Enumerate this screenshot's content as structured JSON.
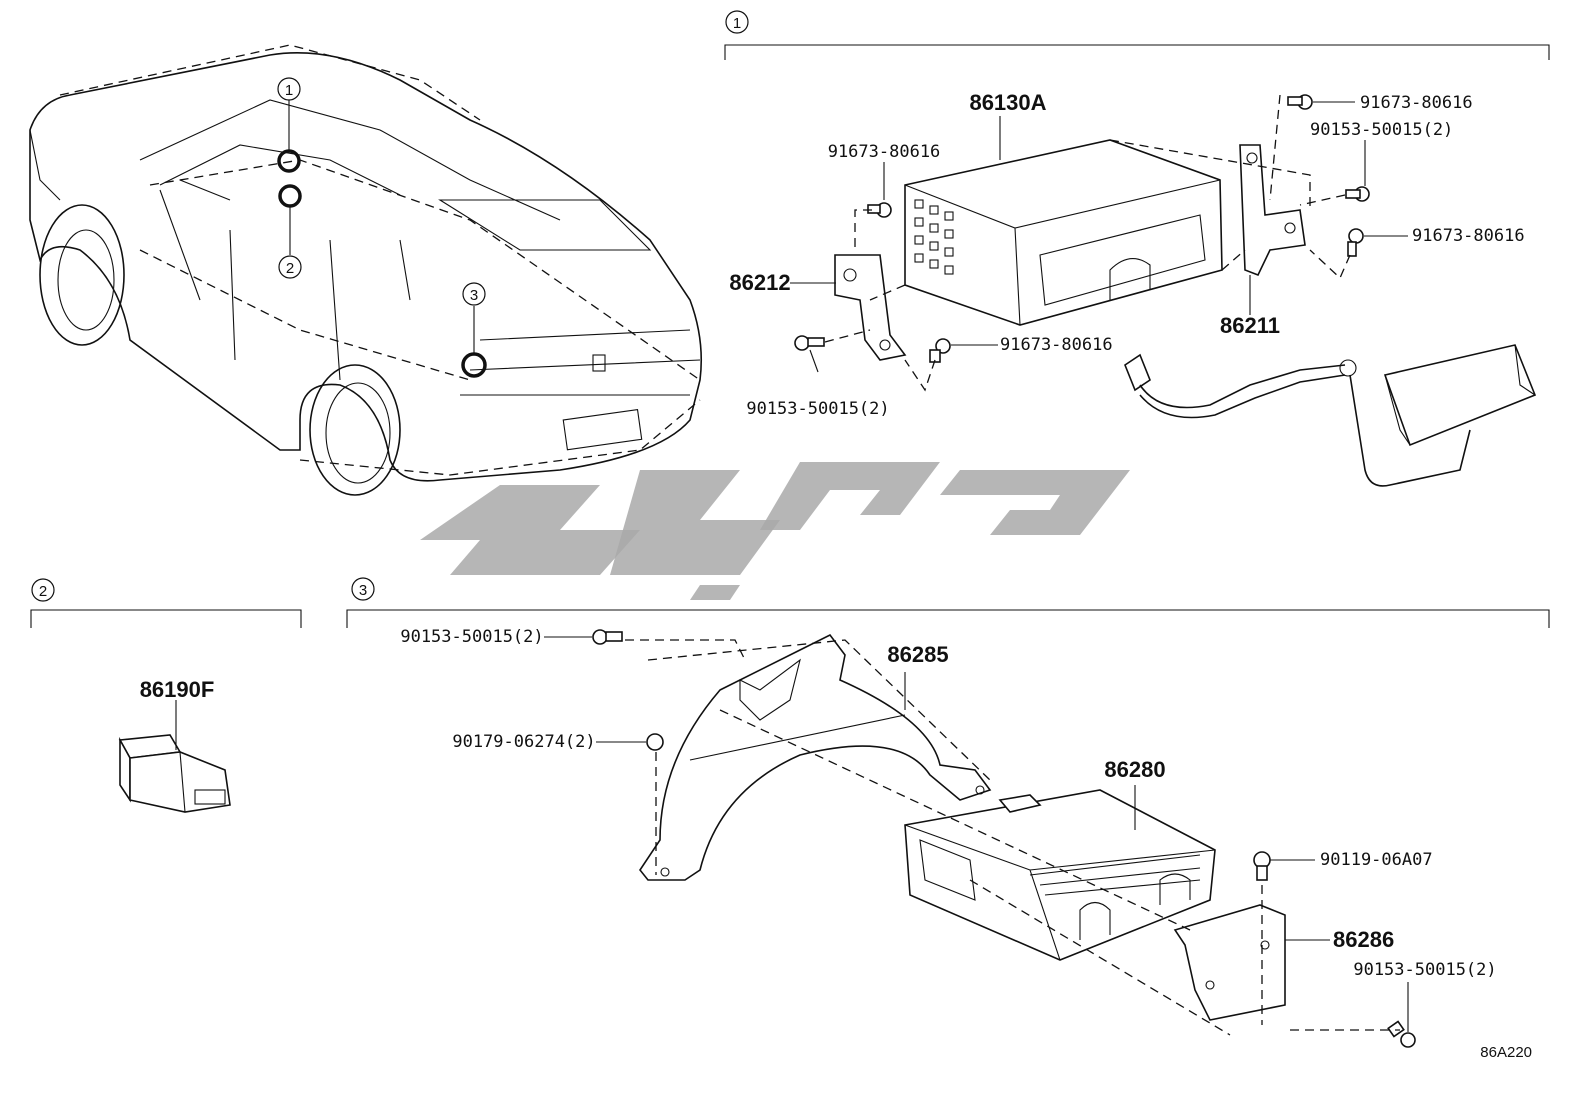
{
  "section_markers": [
    "1",
    "2",
    "3"
  ],
  "car_callouts": [
    "1",
    "2",
    "3"
  ],
  "section1": {
    "main_part": "86130A",
    "left_bracket": "86212",
    "right_bracket": "86211",
    "bolts": {
      "top_left": "91673-80616",
      "bottom_left": "90153-50015(2)",
      "bottom_center": "91673-80616",
      "top_right_1": "91673-80616",
      "top_right_2": "90153-50015(2)",
      "right": "91673-80616"
    }
  },
  "section2": {
    "part": "86190F"
  },
  "section3": {
    "bracket_large": "86285",
    "module": "86280",
    "bracket_small": "86286",
    "bolts": {
      "top": "90153-50015(2)",
      "nut": "90179-06274(2)",
      "right_top": "90119-06A07",
      "right_bottom": "90153-50015(2)"
    }
  },
  "diagram_code": "86A220"
}
